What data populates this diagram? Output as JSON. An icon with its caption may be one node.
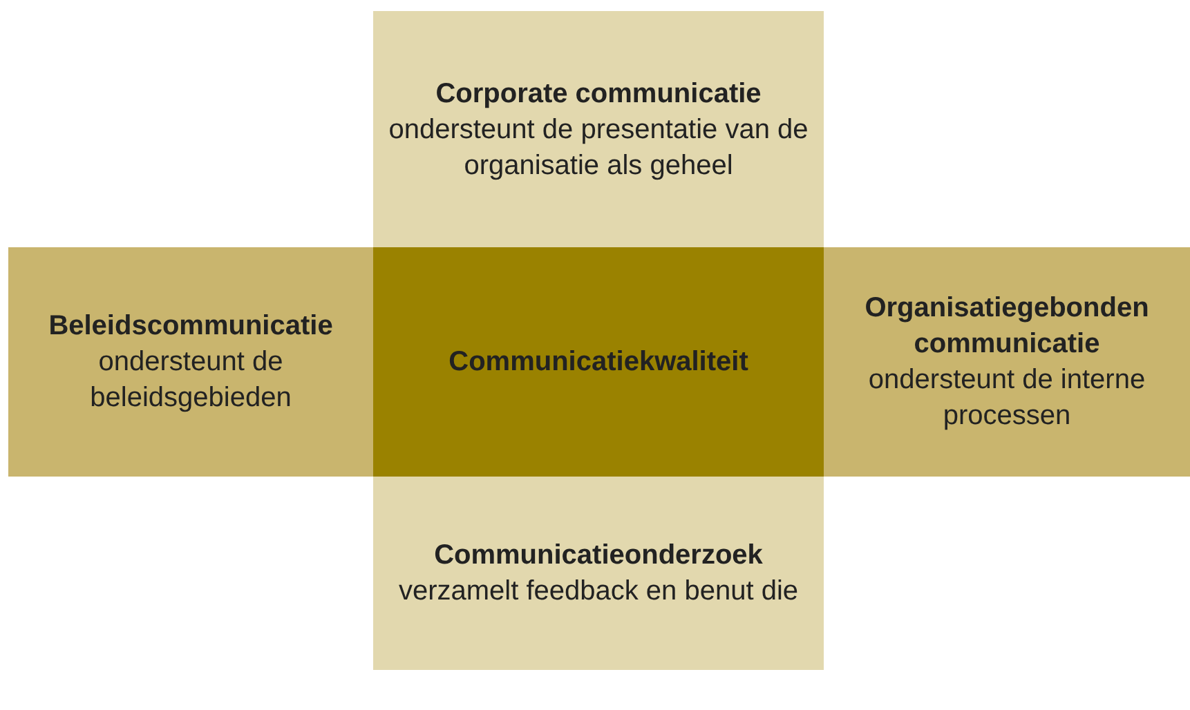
{
  "diagram": {
    "nodes": [
      {
        "text": [
          "Corporate communicatie",
          "ondersteunt de presentatie van de organisatie als geheel"
        ]
      },
      {
        "text": [
          "Beleidscommunicatie",
          "ondersteunt de beleidsgebieden"
        ]
      },
      {
        "text": [
          "Communicatiekwaliteit"
        ]
      },
      {
        "text": [
          "Organisatiegebonden communicatie",
          "ondersteunt de interne processen"
        ]
      },
      {
        "text": [
          "Communicatieonderzoek",
          "verzamelt feedback en benut die"
        ]
      }
    ]
  }
}
